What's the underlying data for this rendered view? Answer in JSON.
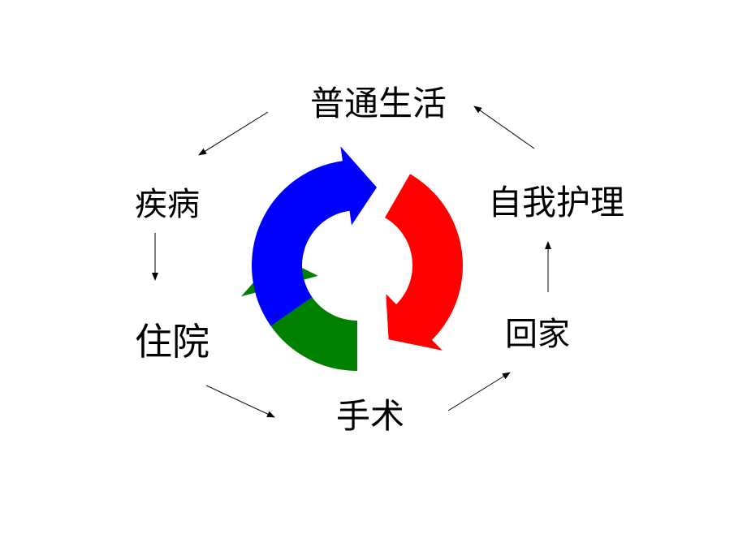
{
  "stages": [
    {
      "name": "stage-normal-life",
      "label": "普通生活"
    },
    {
      "name": "stage-self-care",
      "label": "自我护理"
    },
    {
      "name": "stage-go-home",
      "label": "回家"
    },
    {
      "name": "stage-surgery",
      "label": "手术"
    },
    {
      "name": "stage-hospitalization",
      "label": "住院"
    },
    {
      "name": "stage-disease",
      "label": "疾病"
    }
  ],
  "cycle_icon": {
    "colors": [
      "#ff0000",
      "#0000ff",
      "#008000"
    ],
    "arrow_color": "#000000"
  }
}
